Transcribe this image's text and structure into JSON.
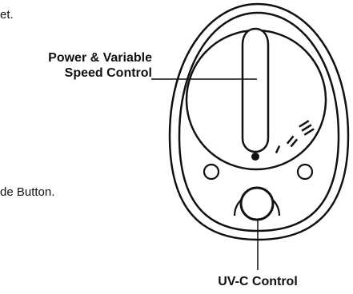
{
  "fragments": {
    "top_text": "et.",
    "mid_text": "de Button."
  },
  "labels": {
    "power_line1": "Power & Variable",
    "power_line2": "Speed Control",
    "uvc": "UV-C Control"
  },
  "dial_marks": {
    "speed_1": "I",
    "speed_2": "II",
    "speed_3": "III"
  },
  "colors": {
    "ink": "#111111",
    "background": "#ffffff"
  }
}
